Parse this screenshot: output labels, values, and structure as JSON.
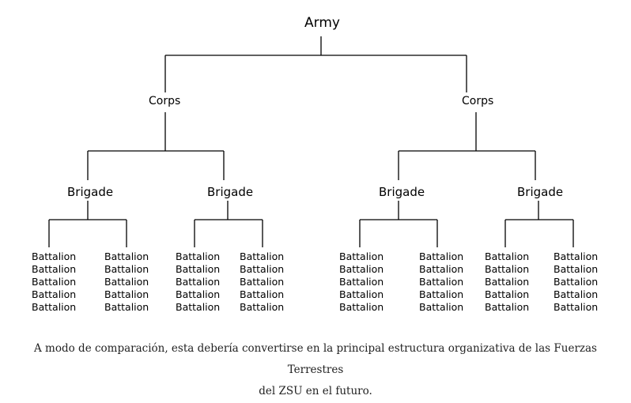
{
  "org_chart": {
    "army": "Army",
    "corps": [
      {
        "label": "Corps",
        "brigades": [
          {
            "label": "Brigade",
            "battalion_columns": [
              [
                "Battalion",
                "Battalion",
                "Battalion",
                "Battalion",
                "Battalion"
              ],
              [
                "Battalion",
                "Battalion",
                "Battalion",
                "Battalion",
                "Battalion"
              ]
            ]
          },
          {
            "label": "Brigade",
            "battalion_columns": [
              [
                "Battalion",
                "Battalion",
                "Battalion",
                "Battalion",
                "Battalion"
              ],
              [
                "Battalion",
                "Battalion",
                "Battalion",
                "Battalion",
                "Battalion"
              ]
            ]
          }
        ]
      },
      {
        "label": "Corps",
        "brigades": [
          {
            "label": "Brigade",
            "battalion_columns": [
              [
                "Battalion",
                "Battalion",
                "Battalion",
                "Battalion",
                "Battalion"
              ],
              [
                "Battalion",
                "Battalion",
                "Battalion",
                "Battalion",
                "Battalion"
              ]
            ]
          },
          {
            "label": "Brigade",
            "battalion_columns": [
              [
                "Battalion",
                "Battalion",
                "Battalion",
                "Battalion",
                "Battalion"
              ],
              [
                "Battalion",
                "Battalion",
                "Battalion",
                "Battalion",
                "Battalion"
              ]
            ]
          }
        ]
      }
    ]
  },
  "caption": {
    "line1": "A modo de comparación, esta debería convertirse en la principal estructura organizativa de las Fuerzas Terrestres",
    "line2": "del ZSU en el futuro."
  }
}
